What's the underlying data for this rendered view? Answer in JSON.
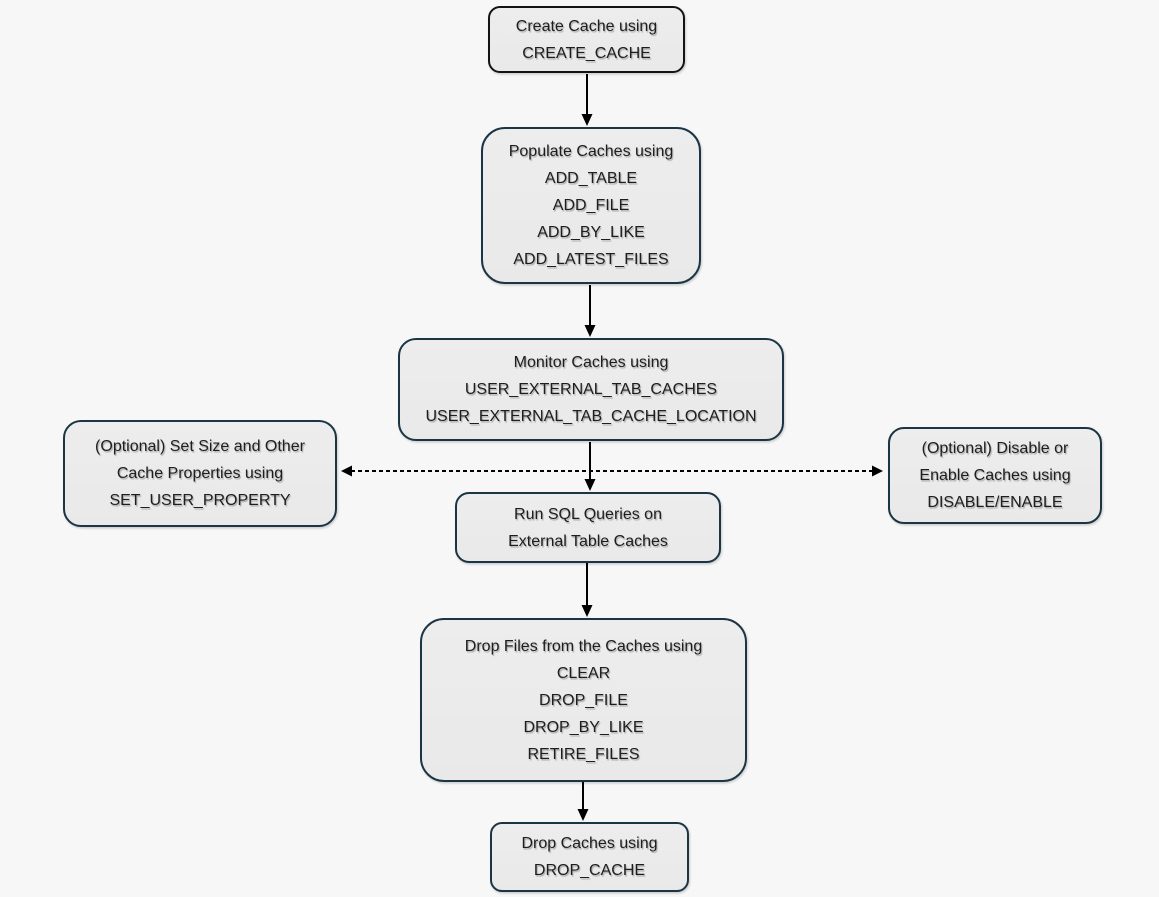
{
  "colors": {
    "background": "#f7f7f7",
    "node_fill": "#e9e9e9",
    "node_border": "#1b3545",
    "first_node_border": "#141414",
    "arrow": "#000000",
    "text": "#1e1e1e"
  },
  "nodes": [
    {
      "id": "create-cache",
      "lines": [
        "Create Cache using",
        "CREATE_CACHE"
      ]
    },
    {
      "id": "populate-caches",
      "lines": [
        "Populate Caches using",
        "ADD_TABLE",
        "ADD_FILE",
        "ADD_BY_LIKE",
        "ADD_LATEST_FILES"
      ]
    },
    {
      "id": "monitor-caches",
      "lines": [
        "Monitor Caches using",
        "USER_EXTERNAL_TAB_CACHES",
        "USER_EXTERNAL_TAB_CACHE_LOCATION"
      ]
    },
    {
      "id": "set-properties",
      "lines": [
        "(Optional) Set Size and Other",
        "Cache Properties using",
        "SET_USER_PROPERTY"
      ]
    },
    {
      "id": "disable-enable",
      "lines": [
        "(Optional) Disable or",
        "Enable Caches using",
        "DISABLE/ENABLE"
      ]
    },
    {
      "id": "run-sql",
      "lines": [
        "Run SQL Queries on",
        "External Table Caches"
      ]
    },
    {
      "id": "drop-files",
      "lines": [
        "Drop Files from the Caches using",
        "CLEAR",
        "DROP_FILE",
        "DROP_BY_LIKE",
        "RETIRE_FILES"
      ]
    },
    {
      "id": "drop-caches",
      "lines": [
        "Drop Caches using",
        "DROP_CACHE"
      ]
    }
  ]
}
